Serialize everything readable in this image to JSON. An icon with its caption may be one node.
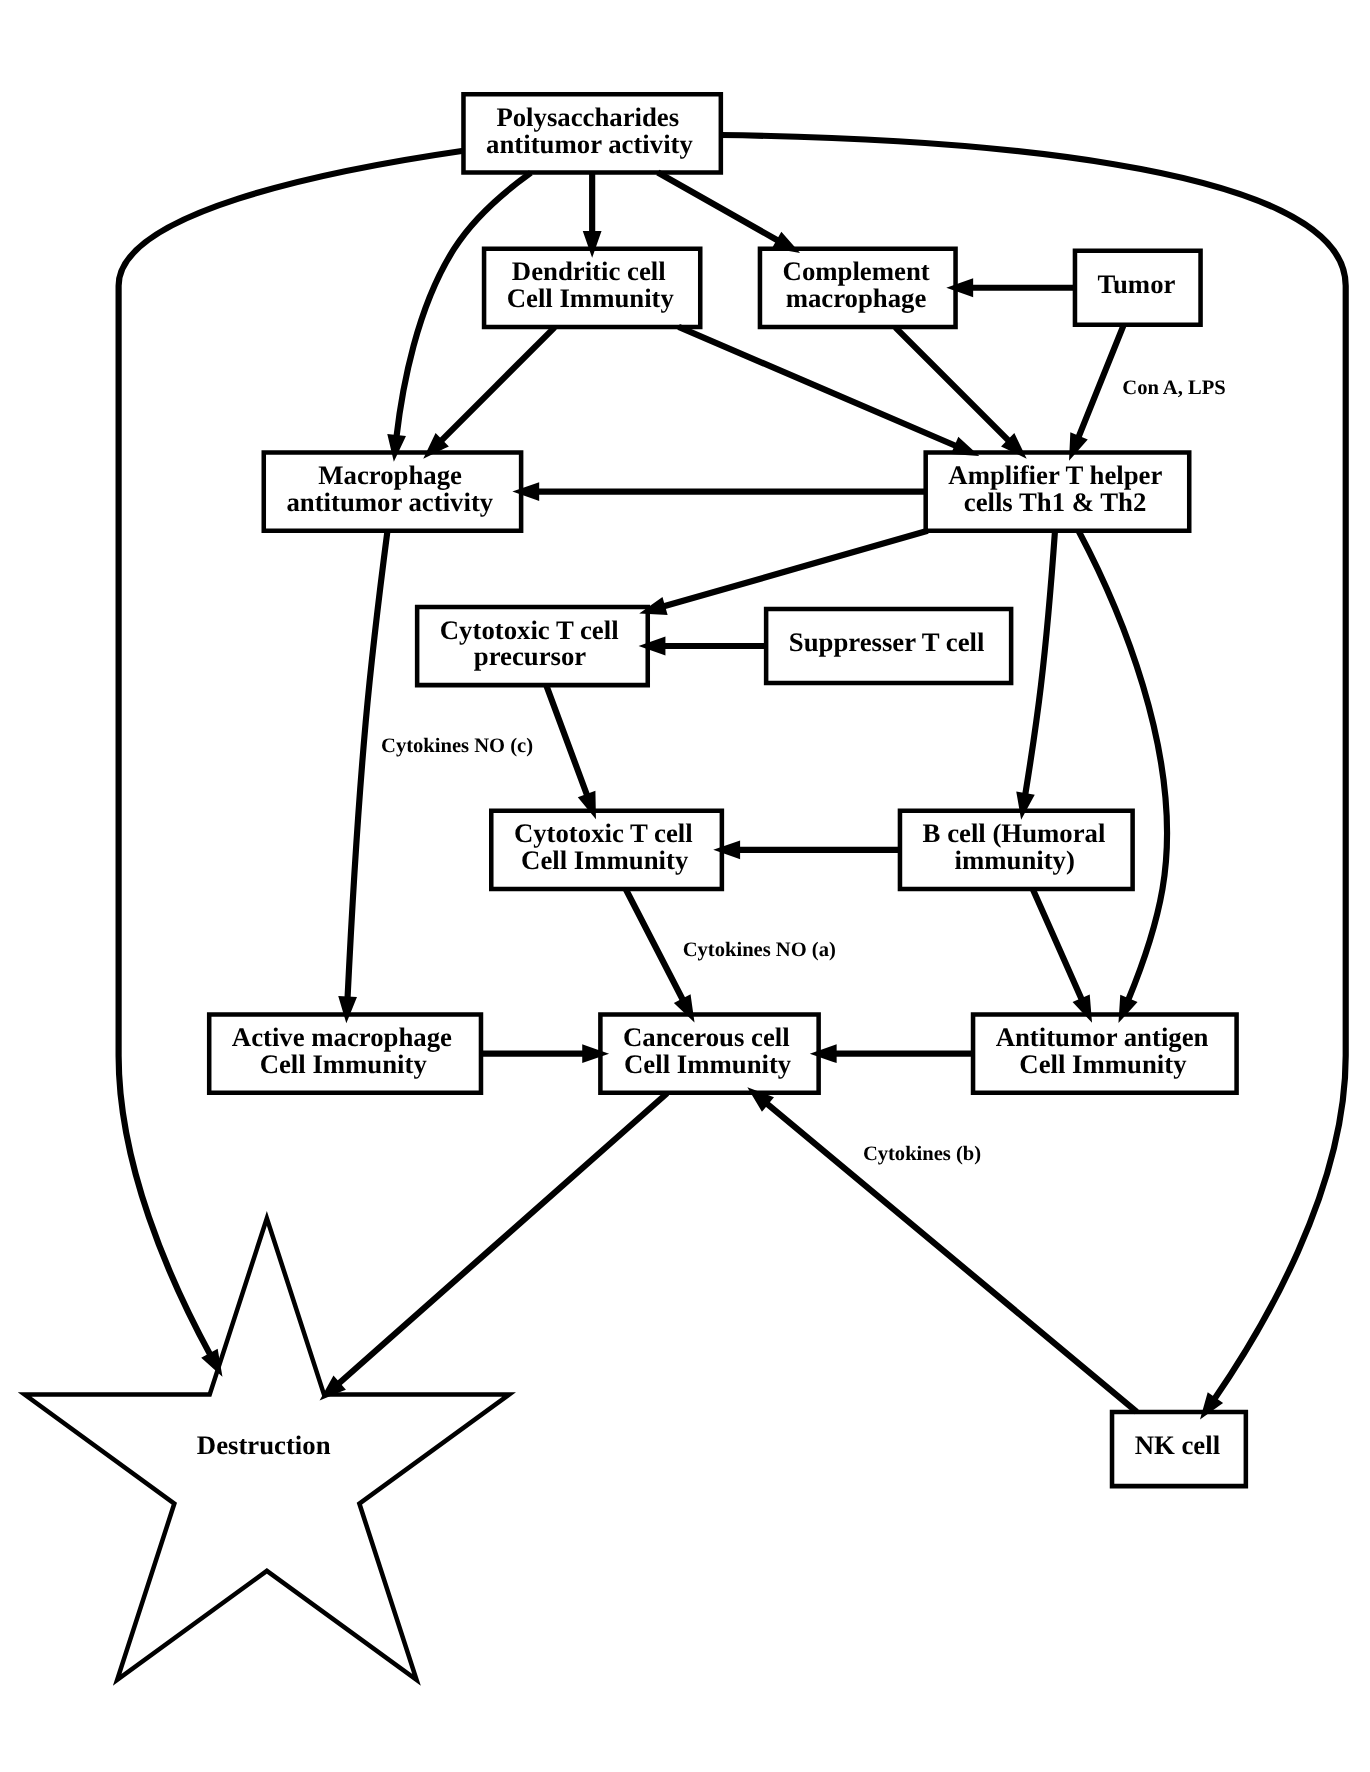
{
  "diagram": {
    "nodes": [
      {
        "text": [
          "Polysaccharides antitumor activity"
        ]
      },
      {
        "text": [
          "Dendritic cell Cell Immunity"
        ]
      },
      {
        "text": [
          "Complement macrophage"
        ]
      },
      {
        "text": [
          "Tumor"
        ]
      },
      {
        "text": [
          "Macrophage antitumor activity"
        ]
      },
      {
        "text": [
          "Amplifier T helper cells Th1 & Th2"
        ]
      },
      {
        "text": [
          "Cytotoxic T cell precursor"
        ]
      },
      {
        "text": [
          "Suppresser T cell"
        ]
      },
      {
        "text": [
          "Cytotoxic T cell Cell Immunity"
        ]
      },
      {
        "text": [
          "B cell (Humoral immunity)"
        ]
      },
      {
        "text": [
          "Active macrophage Cell Immunity"
        ]
      },
      {
        "text": [
          "Cancerous cell Cell Immunity"
        ]
      },
      {
        "text": [
          "Antitumor antigen Cell Immunity"
        ]
      },
      {
        "text": [
          "NK cell"
        ]
      },
      {
        "text": [
          "Destruction"
        ]
      }
    ],
    "edges": [
      {
        "from": 0,
        "to": 2,
        "arrow": "to"
      },
      {
        "from": 0,
        "to": 1,
        "arrow": "to"
      },
      {
        "from": 0,
        "to": 4,
        "arrow": "to"
      },
      {
        "from": 0,
        "to": 14,
        "arrow": "to"
      },
      {
        "from": 0,
        "to": 13,
        "arrow": "to"
      },
      {
        "from": 1,
        "to": 4,
        "arrow": "to"
      },
      {
        "from": 1,
        "to": 5,
        "arrow": "to"
      },
      {
        "from": 3,
        "to": 2,
        "arrow": "to"
      },
      {
        "from": 3,
        "to": 5,
        "arrow": "to",
        "label": "Con A, LPS"
      },
      {
        "from": 2,
        "to": 5,
        "arrow": "to"
      },
      {
        "from": 5,
        "to": 4,
        "arrow": "to"
      },
      {
        "from": 5,
        "to": 6,
        "arrow": "to"
      },
      {
        "from": 5,
        "to": 12,
        "arrow": "to"
      },
      {
        "from": 5,
        "to": 9,
        "arrow": "to"
      },
      {
        "from": 7,
        "to": 6,
        "arrow": "to"
      },
      {
        "from": 6,
        "to": 8,
        "arrow": "to"
      },
      {
        "from": 9,
        "to": 8,
        "arrow": "to"
      },
      {
        "from": 8,
        "to": 11,
        "arrow": "to",
        "label": "Cytokines NO (a)"
      },
      {
        "from": 9,
        "to": 12,
        "arrow": "to"
      },
      {
        "from": 4,
        "to": 10,
        "arrow": "to",
        "label": "Cytokines NO (c)"
      },
      {
        "from": 10,
        "to": 11,
        "arrow": "to"
      },
      {
        "from": 12,
        "to": 11,
        "arrow": "to"
      },
      {
        "from": 13,
        "to": 11,
        "arrow": "to",
        "label": "Cytokines (b)"
      },
      {
        "from": 11,
        "to": 14,
        "arrow": "to"
      }
    ]
  }
}
